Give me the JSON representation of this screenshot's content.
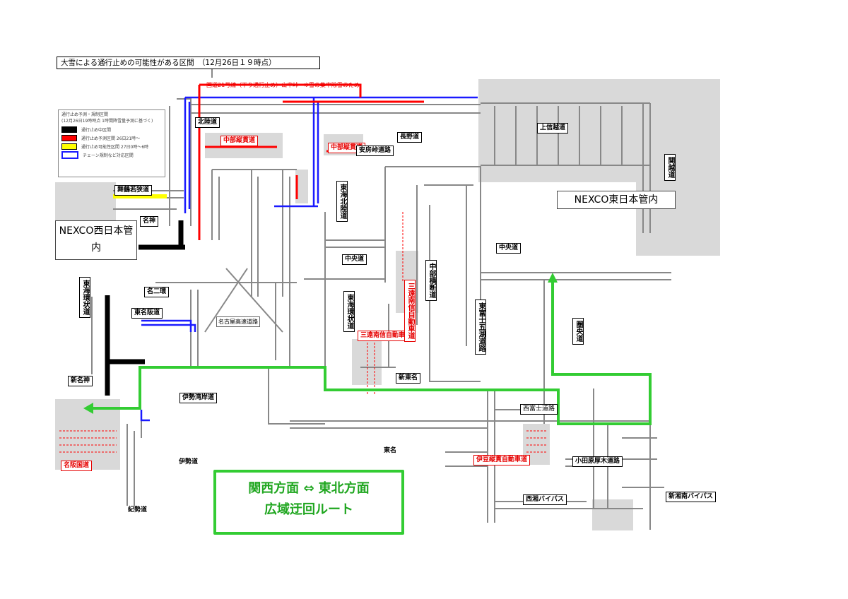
{
  "title": "大雪による通行止めの可能性がある区間　（12月26日１９時点）",
  "notice_top": "国道21号線（下り通行止め）山中峠　※雪の集中除雪のため",
  "legend": {
    "header1": "通行止め予測・規制区間",
    "header2": "(12月26日19時時点 1時間降雪量予測に基づく)",
    "items": [
      {
        "label": "通行止め中区間",
        "color": "#000000"
      },
      {
        "label": "通行止め予測区間 26日21時～",
        "color": "#ff0000"
      },
      {
        "label": "通行止め可能性区間 27日0時～6時",
        "color": "#ffff00"
      },
      {
        "label": "チェーン規制など対応区間",
        "color": "#1a1aff"
      }
    ]
  },
  "regions": {
    "west": "NEXCO西日本管内",
    "east": "NEXCO東日本管内"
  },
  "roads": {
    "hokuriku": "北陸道",
    "chubu_jukan1": "中部縦貫道",
    "chubu_jukan2": "中部縦貫道",
    "maizuru": "舞鶴若狭道",
    "meishin": "名神",
    "tokai_hokuriku": "東海北陸道",
    "anbo": "安房峠道路",
    "nagano": "長野道",
    "joshinetsu": "上信越道",
    "kanetsu": "関越道",
    "chuo": "中央道",
    "chuo2": "中央道",
    "chubu_odan": "中部横断道",
    "higashi_fuji": "東富士五湖道路",
    "tokai_kanjo": "東海環状道",
    "meiji": "名二環",
    "tomei_han": "東名阪道",
    "nagoya_exp": "名古屋高速道路",
    "tokai_junkan": "東海環状道",
    "sanen1": "三遠南信自動車道",
    "sanen2": "三遠南信自動車道",
    "shin_tomei": "新東名",
    "tomei": "東名",
    "ken_o": "圏央道",
    "shinmeishin": "新名神",
    "isewangan": "伊勢湾岸道",
    "ise": "伊勢道",
    "kisei": "紀勢道",
    "meihan": "名阪国道",
    "izu_jukan": "伊豆縦貫自動車道",
    "seisho": "西湘バイパス",
    "odawara": "小田原厚木道路",
    "shin_shonan": "新湘南バイパス",
    "nishi_fuji": "西富士道路"
  },
  "detour": {
    "line1": "関西方面 ⇔ 東北方面",
    "line2": "広域迂回ルート"
  },
  "colors": {
    "closed": "#000000",
    "forecast": "#ff0000",
    "possible": "#ffff00",
    "chain": "#1a1aff",
    "detour": "#33cc33",
    "east_area": "#d9d9d9"
  }
}
